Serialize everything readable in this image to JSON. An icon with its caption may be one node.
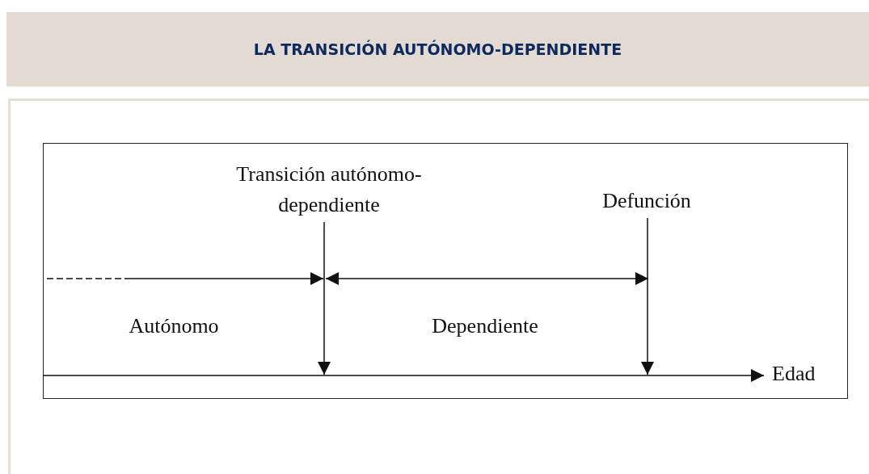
{
  "diagram": {
    "title": "LA TRANSICIÓN AUTÓNOMO-DEPENDIENTE",
    "nodes": [
      {
        "text": [
          "Transición autónomo-dependiente"
        ]
      },
      {
        "text": [
          "Defunción"
        ]
      }
    ],
    "edges": [
      {
        "from": 0,
        "to": null,
        "arrow": "to"
      },
      {
        "from": 1,
        "to": null,
        "arrow": "to"
      }
    ],
    "labels": [
      "Autónomo",
      "Dependiente",
      "Edad"
    ]
  }
}
